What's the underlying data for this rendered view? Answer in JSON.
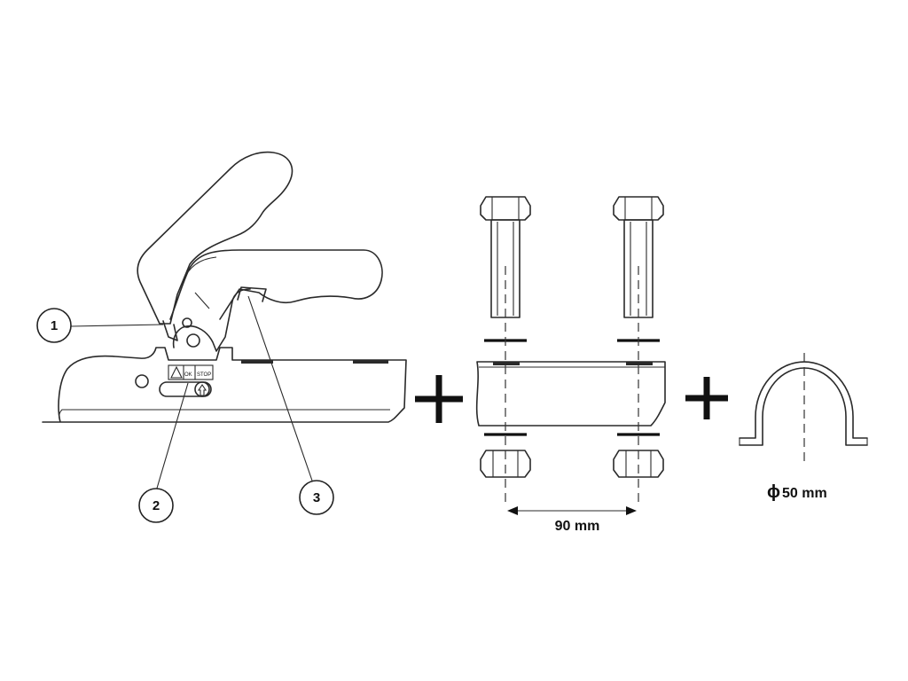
{
  "callouts": [
    {
      "label": "1"
    },
    {
      "label": "2"
    },
    {
      "label": "3"
    }
  ],
  "coupling_label": {
    "ok": "OK",
    "stop": "STOP"
  },
  "dimensions": {
    "bolt_spacing": "90 mm",
    "tube_diameter": "50 mm",
    "diameter_symbol": "ϕ"
  },
  "colors": {
    "line": "#2a2a2a",
    "background": "#ffffff"
  }
}
